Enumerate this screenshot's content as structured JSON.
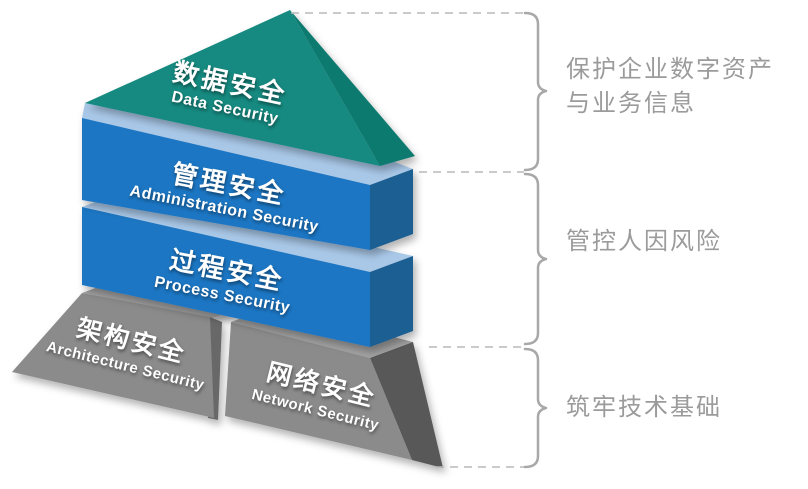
{
  "layers": [
    {
      "zh": "数据安全",
      "en": "Data Security"
    },
    {
      "zh": "管理安全",
      "en": "Administration Security"
    },
    {
      "zh": "过程安全",
      "en": "Process Security"
    },
    {
      "zh": "架构安全",
      "en": "Architecture Security"
    },
    {
      "zh": "网络安全",
      "en": "Network Security"
    }
  ],
  "annotations": [
    {
      "text": "保护企业数字资产\n与业务信息"
    },
    {
      "text": "管控人因风险"
    },
    {
      "text": "筑牢技术基础"
    }
  ],
  "colors": {
    "teal_front": "#158a80",
    "teal_side": "#0d7a70",
    "blue_front": "#1e76c3",
    "blue_side": "#1d5e92",
    "blue_top": "#a9c8e8",
    "gray_front": "#8b8b8b",
    "gray_top": "#a2a2a2",
    "gray_side": "#676767",
    "gray_bevel": "#585858",
    "block_text": "#ffffff",
    "annotation_text": "#9b9b9b",
    "connector": "#b9b9b9",
    "brace": "#a8a8a8"
  }
}
